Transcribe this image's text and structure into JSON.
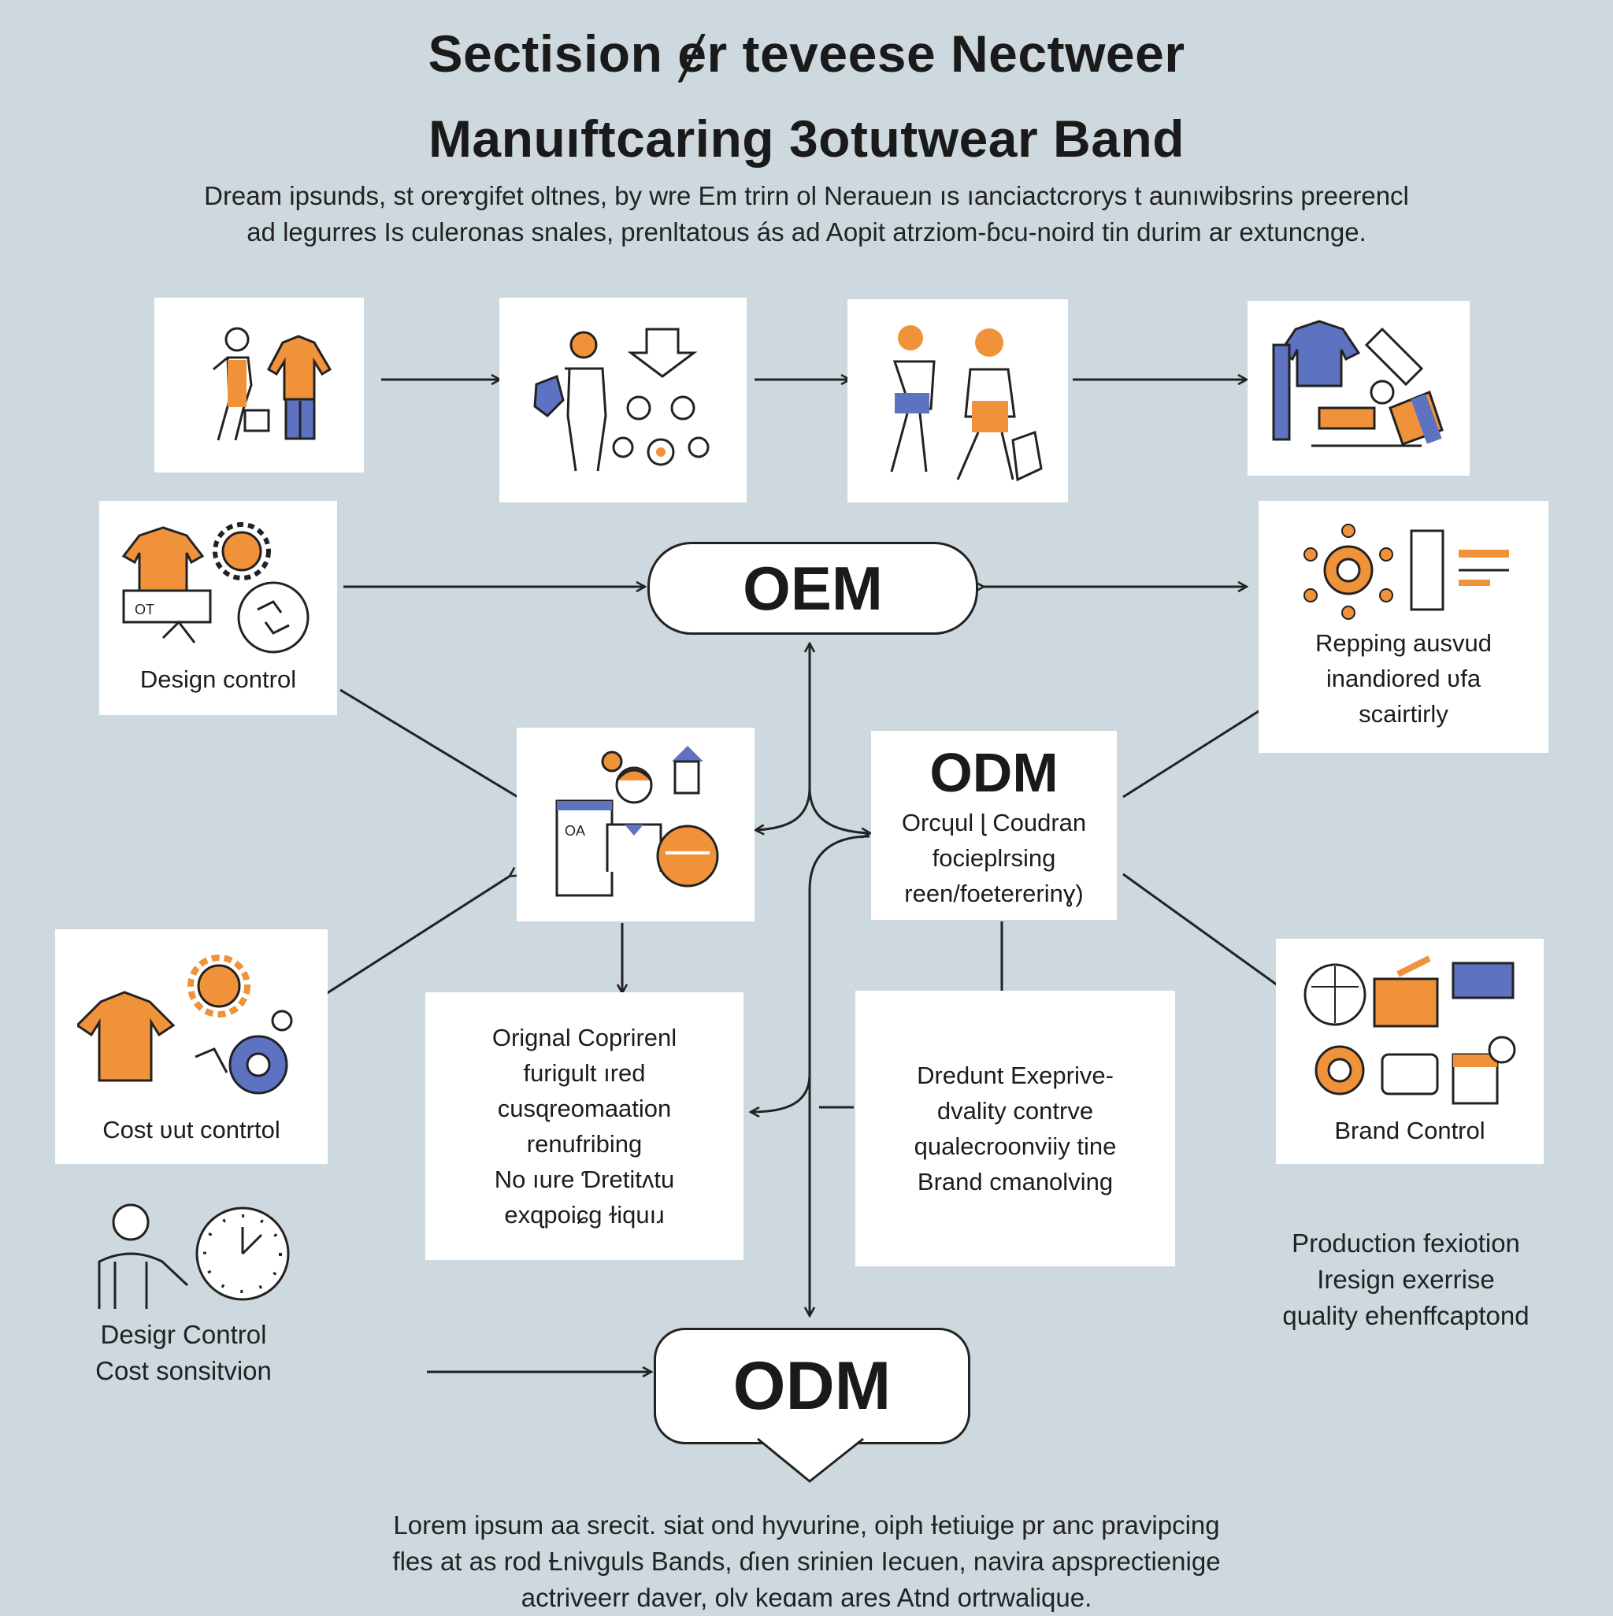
{
  "header": {
    "title_line1": "Sectision ɇr teveese Nectweer",
    "title_line2": "Manuıftcaring 3otutwear Band",
    "intro_line1": "Dream ipsunds, st oreɤgifet oltnes, by wre Em trirn ol Neraueɹn ıs ıanciactcrorys t aunıwibsrins preerencl",
    "intro_line2": "ad legurres Is culeronas snales, prenltatous ás ad Aopit atrziom-ɓcu-noird tin durim ar extuncnge."
  },
  "colors": {
    "background": "#cdd9de",
    "accent_orange": "#f0923a",
    "accent_blue": "#5d73c2",
    "line": "#222222",
    "card": "#ffffff"
  },
  "top_row": [
    {
      "icon": "people-with-clothing-icon"
    },
    {
      "icon": "worker-with-machinery-icon"
    },
    {
      "icon": "workers-assembling-icon"
    },
    {
      "icon": "garment-production-icon"
    }
  ],
  "cards": {
    "design_control": {
      "icon": "shirt-gear-icon",
      "label": "Design control"
    },
    "center_worker": {
      "icon": "designer-at-desk-icon"
    },
    "repping": {
      "icon": "network-hub-icon",
      "label": "Repping ausvud\ninandiored ʋfa\nscairtirly"
    },
    "cost_control": {
      "icon": "shirt-cog-icon",
      "label": "Cost ʋut contrtol"
    },
    "brand_control": {
      "icon": "brand-tools-icon",
      "label": "Brand Control"
    },
    "original": {
      "label": "Orignal Coprirenl\nfurigult ıred\ncusɋreomaation\nrenufribing\nNo ıure Ɗretitʌtu\nexɋpoiɕg ɫiquıɹ"
    },
    "odm_mid": {
      "heading": "ODM",
      "label": "Orcɥul ɭ Coudran\nfocieplrsing\nreen/foetererinɣ)"
    },
    "dredunt": {
      "label": "Dredunt Exeprive-\ndvality contrve\nqualecroonviiy tine\nBrand cmanolving"
    }
  },
  "pills": {
    "oem": "OEM",
    "odm_bottom": "ODM"
  },
  "free_captions": {
    "left": "Desigr Control\nCost sonsitvion",
    "left_icon": "person-with-clock-icon",
    "right": "Production fexiotion\nIresign exerrise\nquality ehenffcaptond"
  },
  "footer": {
    "line1": "Lorem ipsum aa srecit. siat ond hyvurine, oiph Ɨetiuige pr anc pravipcing",
    "line2": "fles at as rod Ƚnivguls Bands, ɗıen srinien Iecuen, navira apsprectienige",
    "line3": "actriveerr daver, olv keɑam ares Atnd ortrwalique."
  }
}
